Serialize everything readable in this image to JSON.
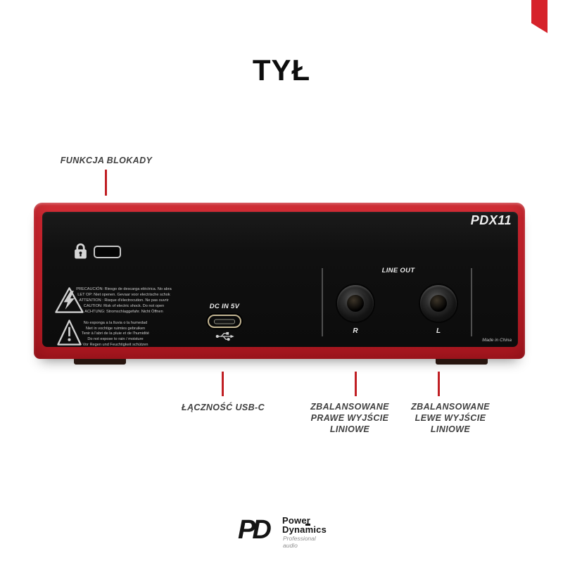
{
  "page": {
    "title": "TYŁ"
  },
  "callouts": {
    "lock_function": "FUNKCJA BLOKADY",
    "usb": "ŁĄCZNOŚĆ USB-C",
    "right_output": {
      "lines": [
        "ZBALANSOWANE",
        "PRAWE WYJŚCIE",
        "LINIOWE"
      ]
    },
    "left_output": {
      "lines": [
        "ZBALANSOWANE",
        "LEWE WYJŚCIE",
        "LINIOWE"
      ]
    }
  },
  "device": {
    "model": "PDX11",
    "dc_port_label": "DC IN 5V",
    "line_out_label": "LINE OUT",
    "jack_right_label": "R",
    "jack_left_label": "L",
    "made_in": "Made in China",
    "warnings_electric": [
      "PRECAUCIÓN: Riesgo de descarga eléctrica. No abra",
      "LET OP: Niet openen. Gevaar voor electrische schok",
      "ATTENTION : Risque d'électrocution. Ne pas ouvrir",
      "CAUTION: Risk of electric shock. Do not open",
      "ACHTUNG: Stromschlaggefahr. Nicht Öffnen"
    ],
    "warnings_moisture": [
      "No exponga a la lluvia o la humedad",
      "Niet in vochtige ruimtes gebruiken",
      "Tenir à l'abri de la pluie et de l'humidité",
      "Do not expose to rain / moisture",
      "Vor Regen und Feuchtigkeit schützen"
    ]
  },
  "brand": {
    "mark": "PD",
    "name_line1": "Power",
    "name_line2": "Dynamics",
    "tagline": "Professional audio"
  },
  "colors": {
    "accent_red": "#c8202c",
    "panel_black": "#121212",
    "label_gray": "#3f3f3f"
  }
}
